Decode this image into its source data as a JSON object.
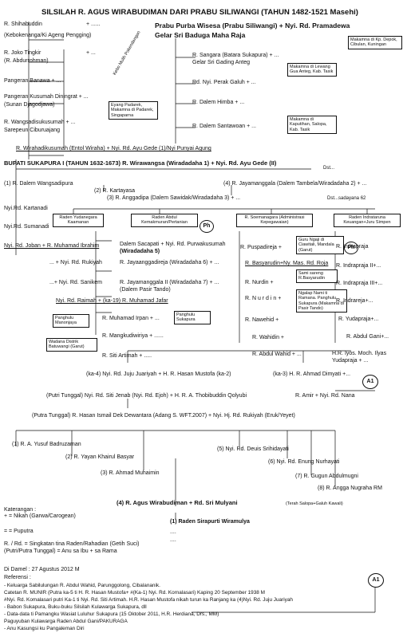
{
  "title": "SILSILAH   R. AGUS WIRABUDIMAN   DARI   PRABU SILIWANGI  (TAHUN 1482-1521 Masehi)",
  "top": {
    "prabu": "Prabu Purba Wisesa (Prabu Siliwangi) + Nyi. Rd. Pramadewa",
    "gelar": "Gelar Sri Baduga Maha Raja",
    "makam1": "Makamna di Kp. Depok, Cibulan, Kuningan",
    "left": [
      "R. Shihabuddin",
      "(Kebokenanga/Ki Ageng Pengging)",
      "R. Joko Tingkir",
      "(R. Abdurrohman)",
      "Pangeran Banawa + ...",
      "Pangeran Kusumah Diningrat + ...",
      "(Sunan Djagodjawa)",
      "R. Wangsadisukusumah + ...",
      "Sarepeun Ciburuajang"
    ],
    "plus_a": "+ ......",
    "plus_b": "+ ...",
    "kebo": "Kebo Mulih Pakendangan",
    "eyang": "Eyang Padarek, Makamna di Padarek, Singaparna",
    "right": [
      "R. Sangara (Batara Sukapura) + ...",
      "Gelar Sri Gading Anteg",
      "Rd. Nyi. Perak Galuh + ...",
      "R. Dalem Himba + ...",
      "R. Dalem Santawoan + ..."
    ],
    "makam2": "Makamna di Lewang Gua Anteg, Kab. Tasik",
    "makam3": "Makamna di Kaputihan, Salopa, Kab. Tasik",
    "wirahadi": "R. Wirahadikusumah (Entol Wiraha) + Nyi. Rd. Ayu Gede (1)/Nyi Punyai Agung"
  },
  "bupati": "BUPATI SUKAPURA I (TAHUN 1632-1673) R. Wirawangsa (Wiradadaha 1)  + Nyi. Rd. Ayu Gede (II)",
  "dst": "Dst...",
  "gen1": {
    "a": "(1) R. Dalem Wangsadipura",
    "b": "(2) R. Kartayasa",
    "c": "(3) R. Anggadipa (Dalem Sawidak/Wiradadaha 3) + ...",
    "d": "(4) R. Jayamanggala (Dalem Tambela/Wiradadaha 2) + ...",
    "e": "Dst...sadayana 62"
  },
  "left_col": [
    "Nyi.Rd. Kartanadi",
    "Nyi.Rd. Sumanadi",
    "Nyi. Rd. Joban   +   R. Muhamad Ibrahim",
    "... + Nyi. Rd. Rukiyah",
    "...+ Nyi. Rd. Sanikem",
    "Nyi. Rd. Raimah   +   (ka-19) R. Muhamad Jafar"
  ],
  "kanjeng": "Raden Yudanegara Kaamanan",
  "abdul": "Raden Abdul Kemakmuran/Pertanian",
  "soeman": "R. Soemanagara (Administrasi Kepegawaian)",
  "indra": "Raden Indrataruna Keuangan+Juru Simpen",
  "mid_col": [
    "Dalem Sacapati  +  Nyi. Rd. Purwakusumah",
    "(Wiradadaha 5)",
    "R. Jayaanggadireja (Wiradadaha 6) + ...",
    "R. Jayamanggala II (Wiradadaha 7) + ...",
    "(Dalem Pasir Tando)",
    "R. Muhamad Irpan + ...",
    "R. Mangkudiwiriya + ......",
    "R. Siti Artimah + ....."
  ],
  "penghulu1": "Panghulu Manonjaya",
  "penghulu2": "Panghulu Sukapura",
  "wadana": "Wadana Distrik Batuwangi (Garut)",
  "s_col": [
    "R. Puspadireja +",
    "R. Basyarudin+Ny. Mas. Rd. Roja",
    "R. Nurdin +",
    "R. N u r d i n +",
    "R. Nawehid +",
    "R. Wahidin +",
    "R. Abdul Wahid + ..."
  ],
  "guru": "Guru Ngaji di Ciawitali, Mandala (Garut)",
  "sami": "Sami sareng R.Basyarudin",
  "ngalap": "Ngalap Nami ti Ramana. Panghulu Sukapura (Makamna di Pasir Tando)",
  "i_col": [
    "R. Indrapraja",
    "R. Indrapraja II+...",
    "R. Indrapraja III+...",
    "R. Indrareja+...",
    "R. Yudapraja+...",
    "R. Abdul Gani+...",
    "H.R. Iyos. Moch. Ilyas",
    "Yudapraja + ..."
  ],
  "ph": "Ph",
  "a1": "A1",
  "juju": "(ka-4) Nyi. Rd. Juju Juariyah  +  H. R. Hasan Mustofa (ka-2)",
  "dimyati": "(ka-3) H. R. Ahmad Dimyati +...",
  "ejoh": "(Putri Tunggal)  Nyi. Rd. Siti Jenab (Nyi. Rd. Ejoh)  +  H. R. A. Thobibuddin Qolyubi",
  "amir": "R. Amir  +  Nyi. Rd. Nana",
  "hasan": "(Putra Tunggal)  R. Hasan Ismail Dek Dewantara (Adang S. WFT.2007)           +        Nyi. Hj. Rd. Rukiyah (Eruk/Yeyet)",
  "kids": [
    "(1) R. A. Yusuf Badruzaman",
    "(2) R. Yayan Khairul Basyar",
    "(3) R. Ahmad Muhaimin",
    "(5) Nyi. Rd. Deuis Srihidayati",
    "(6) Nyi. Rd. Enung Nurhayati",
    "(7) R. Gugun Abdulmugni",
    "(8) R. Angga Nugraha RM"
  ],
  "agus": "(4) R. Agus Wirabudiman + Rd. Sri Mulyani",
  "terah": "(Terah Salopa+Galuh Kawali)",
  "sirap": "(1) Raden Sirapurti Wiramulya",
  "dots": "....",
  "ket": {
    "title": "Katerangan :",
    "l1": "+        = Nikah (Garwa/Carogean)",
    "l2": "=         = Puputra",
    "l3": "R. / Rd. = Singkatan tina Raden/Rahadian (Getih Suci)",
    "l4": "(Putri/Putra Tunggal)  = Anu sa Ibu + sa Rama"
  },
  "didamel": "Di Damel : 27 Agustus 2012 M",
  "ref_title": "Referensi :",
  "refs": [
    "- Keluarga Sabilulungan R. Abdul Wahid, Parunggolong, Cibalananik.",
    "  Catetan R. MUNIR (Putra ka-5 ti H. R. Hasan Mustofa+ #(Ka-1) Nyi. Rd. Kornalasari) Kaping 20 September 1938 M",
    "  #Nyi. Rd. Komalasari putri Ka-1 ti Nyi. Rd. Siti Artimah. H.R. Hasan Mustofa nikah turun ka Ranjang ka (4)Nyi. Rd. Juju Juariyah",
    "- Babon Sukapura, Buku-buku Silsilah Kulawarga Sukapura, dll",
    "- Data-data ti Pamangku Wasiat Luluhur Sukapura (15 Oktober 2011, H.R. Herdiana, Drs., MM)",
    "  Paguyuban Kulawarga Raden Abdul Gani/PAKURAGA",
    "- Anu Kasungsi ku Pangaleman Diri"
  ]
}
